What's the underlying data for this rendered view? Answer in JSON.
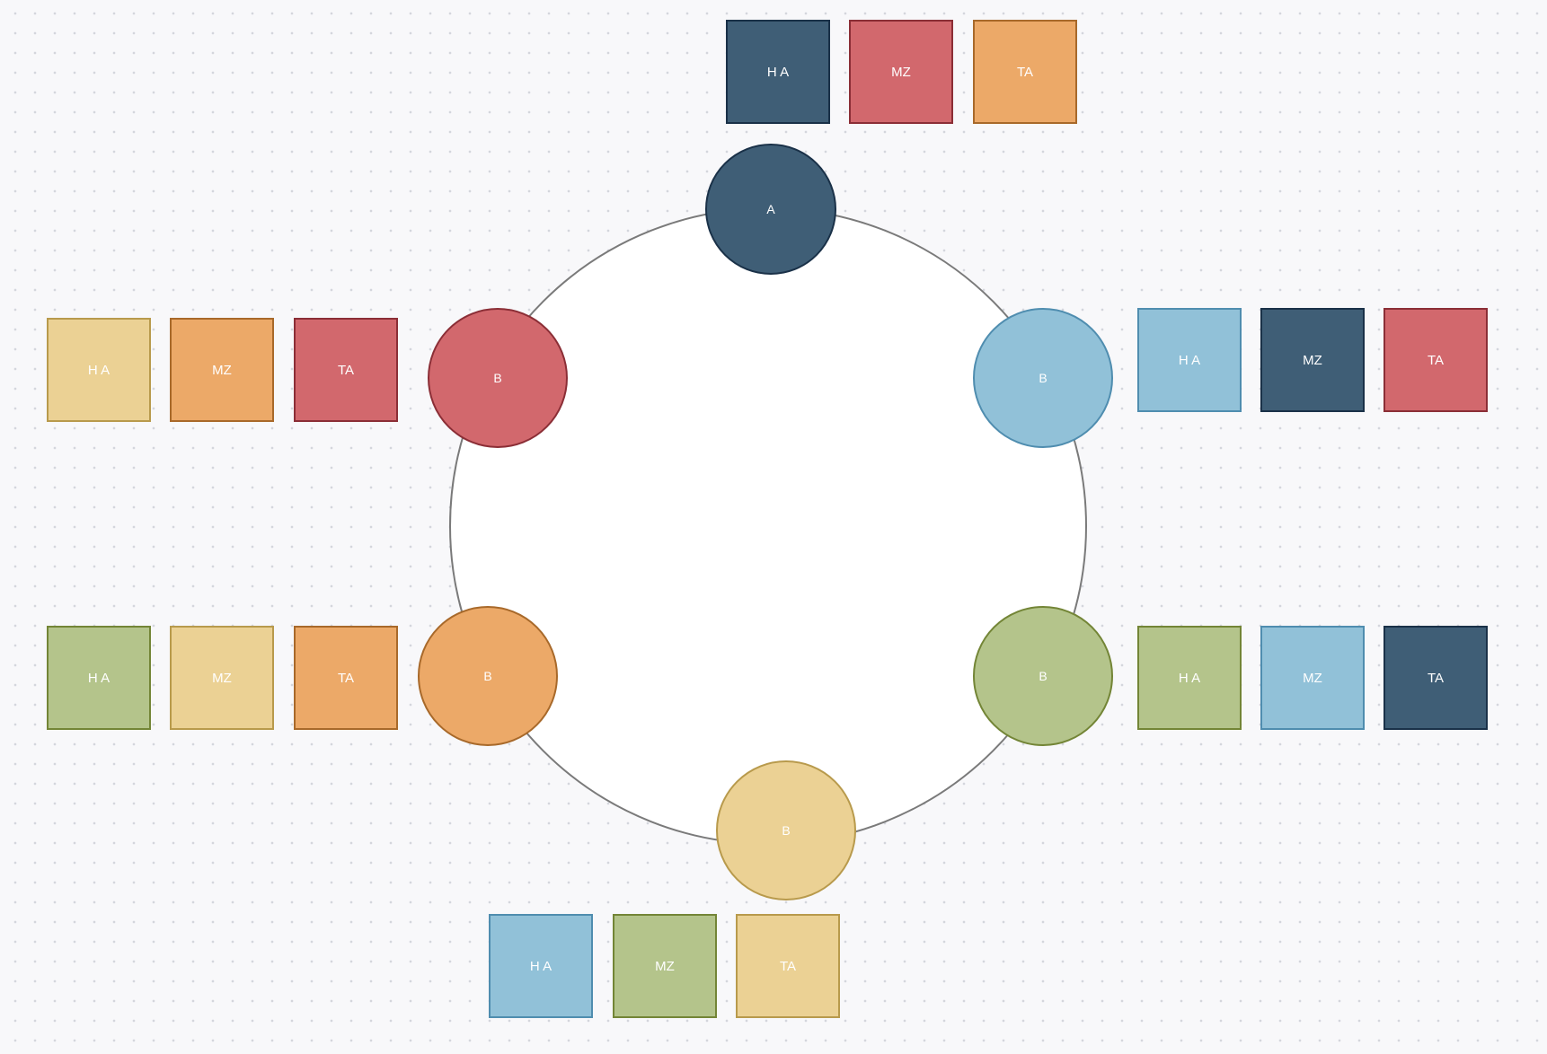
{
  "palette": {
    "navy": {
      "fill": "#3f5e76",
      "border": "#1a3148"
    },
    "red": {
      "fill": "#d2686d",
      "border": "#8b2e36"
    },
    "orange": {
      "fill": "#eca968",
      "border": "#a8692a"
    },
    "sand": {
      "fill": "#ebd194",
      "border": "#b89a4c"
    },
    "blue": {
      "fill": "#91c1d8",
      "border": "#4f8daf"
    },
    "green": {
      "fill": "#b4c48b",
      "border": "#738536"
    }
  },
  "ring_color": "#7a7a7a",
  "groups": [
    {
      "id": "top",
      "node": {
        "label": "A",
        "color": "navy"
      },
      "cards": [
        {
          "label": "H A",
          "color": "navy"
        },
        {
          "label": "MZ",
          "color": "red"
        },
        {
          "label": "TA",
          "color": "orange"
        }
      ]
    },
    {
      "id": "upper-left",
      "node": {
        "label": "B",
        "color": "red"
      },
      "cards": [
        {
          "label": "H A",
          "color": "sand"
        },
        {
          "label": "MZ",
          "color": "orange"
        },
        {
          "label": "TA",
          "color": "red"
        }
      ]
    },
    {
      "id": "upper-right",
      "node": {
        "label": "B",
        "color": "blue"
      },
      "cards": [
        {
          "label": "H A",
          "color": "blue"
        },
        {
          "label": "MZ",
          "color": "navy"
        },
        {
          "label": "TA",
          "color": "red"
        }
      ]
    },
    {
      "id": "lower-left",
      "node": {
        "label": "B",
        "color": "orange"
      },
      "cards": [
        {
          "label": "H A",
          "color": "green"
        },
        {
          "label": "MZ",
          "color": "sand"
        },
        {
          "label": "TA",
          "color": "orange"
        }
      ]
    },
    {
      "id": "lower-right",
      "node": {
        "label": "B",
        "color": "green"
      },
      "cards": [
        {
          "label": "H A",
          "color": "green"
        },
        {
          "label": "MZ",
          "color": "blue"
        },
        {
          "label": "TA",
          "color": "navy"
        }
      ]
    },
    {
      "id": "bottom",
      "node": {
        "label": "B",
        "color": "sand"
      },
      "cards": [
        {
          "label": "H A",
          "color": "blue"
        },
        {
          "label": "MZ",
          "color": "green"
        },
        {
          "label": "TA",
          "color": "sand"
        }
      ]
    }
  ]
}
